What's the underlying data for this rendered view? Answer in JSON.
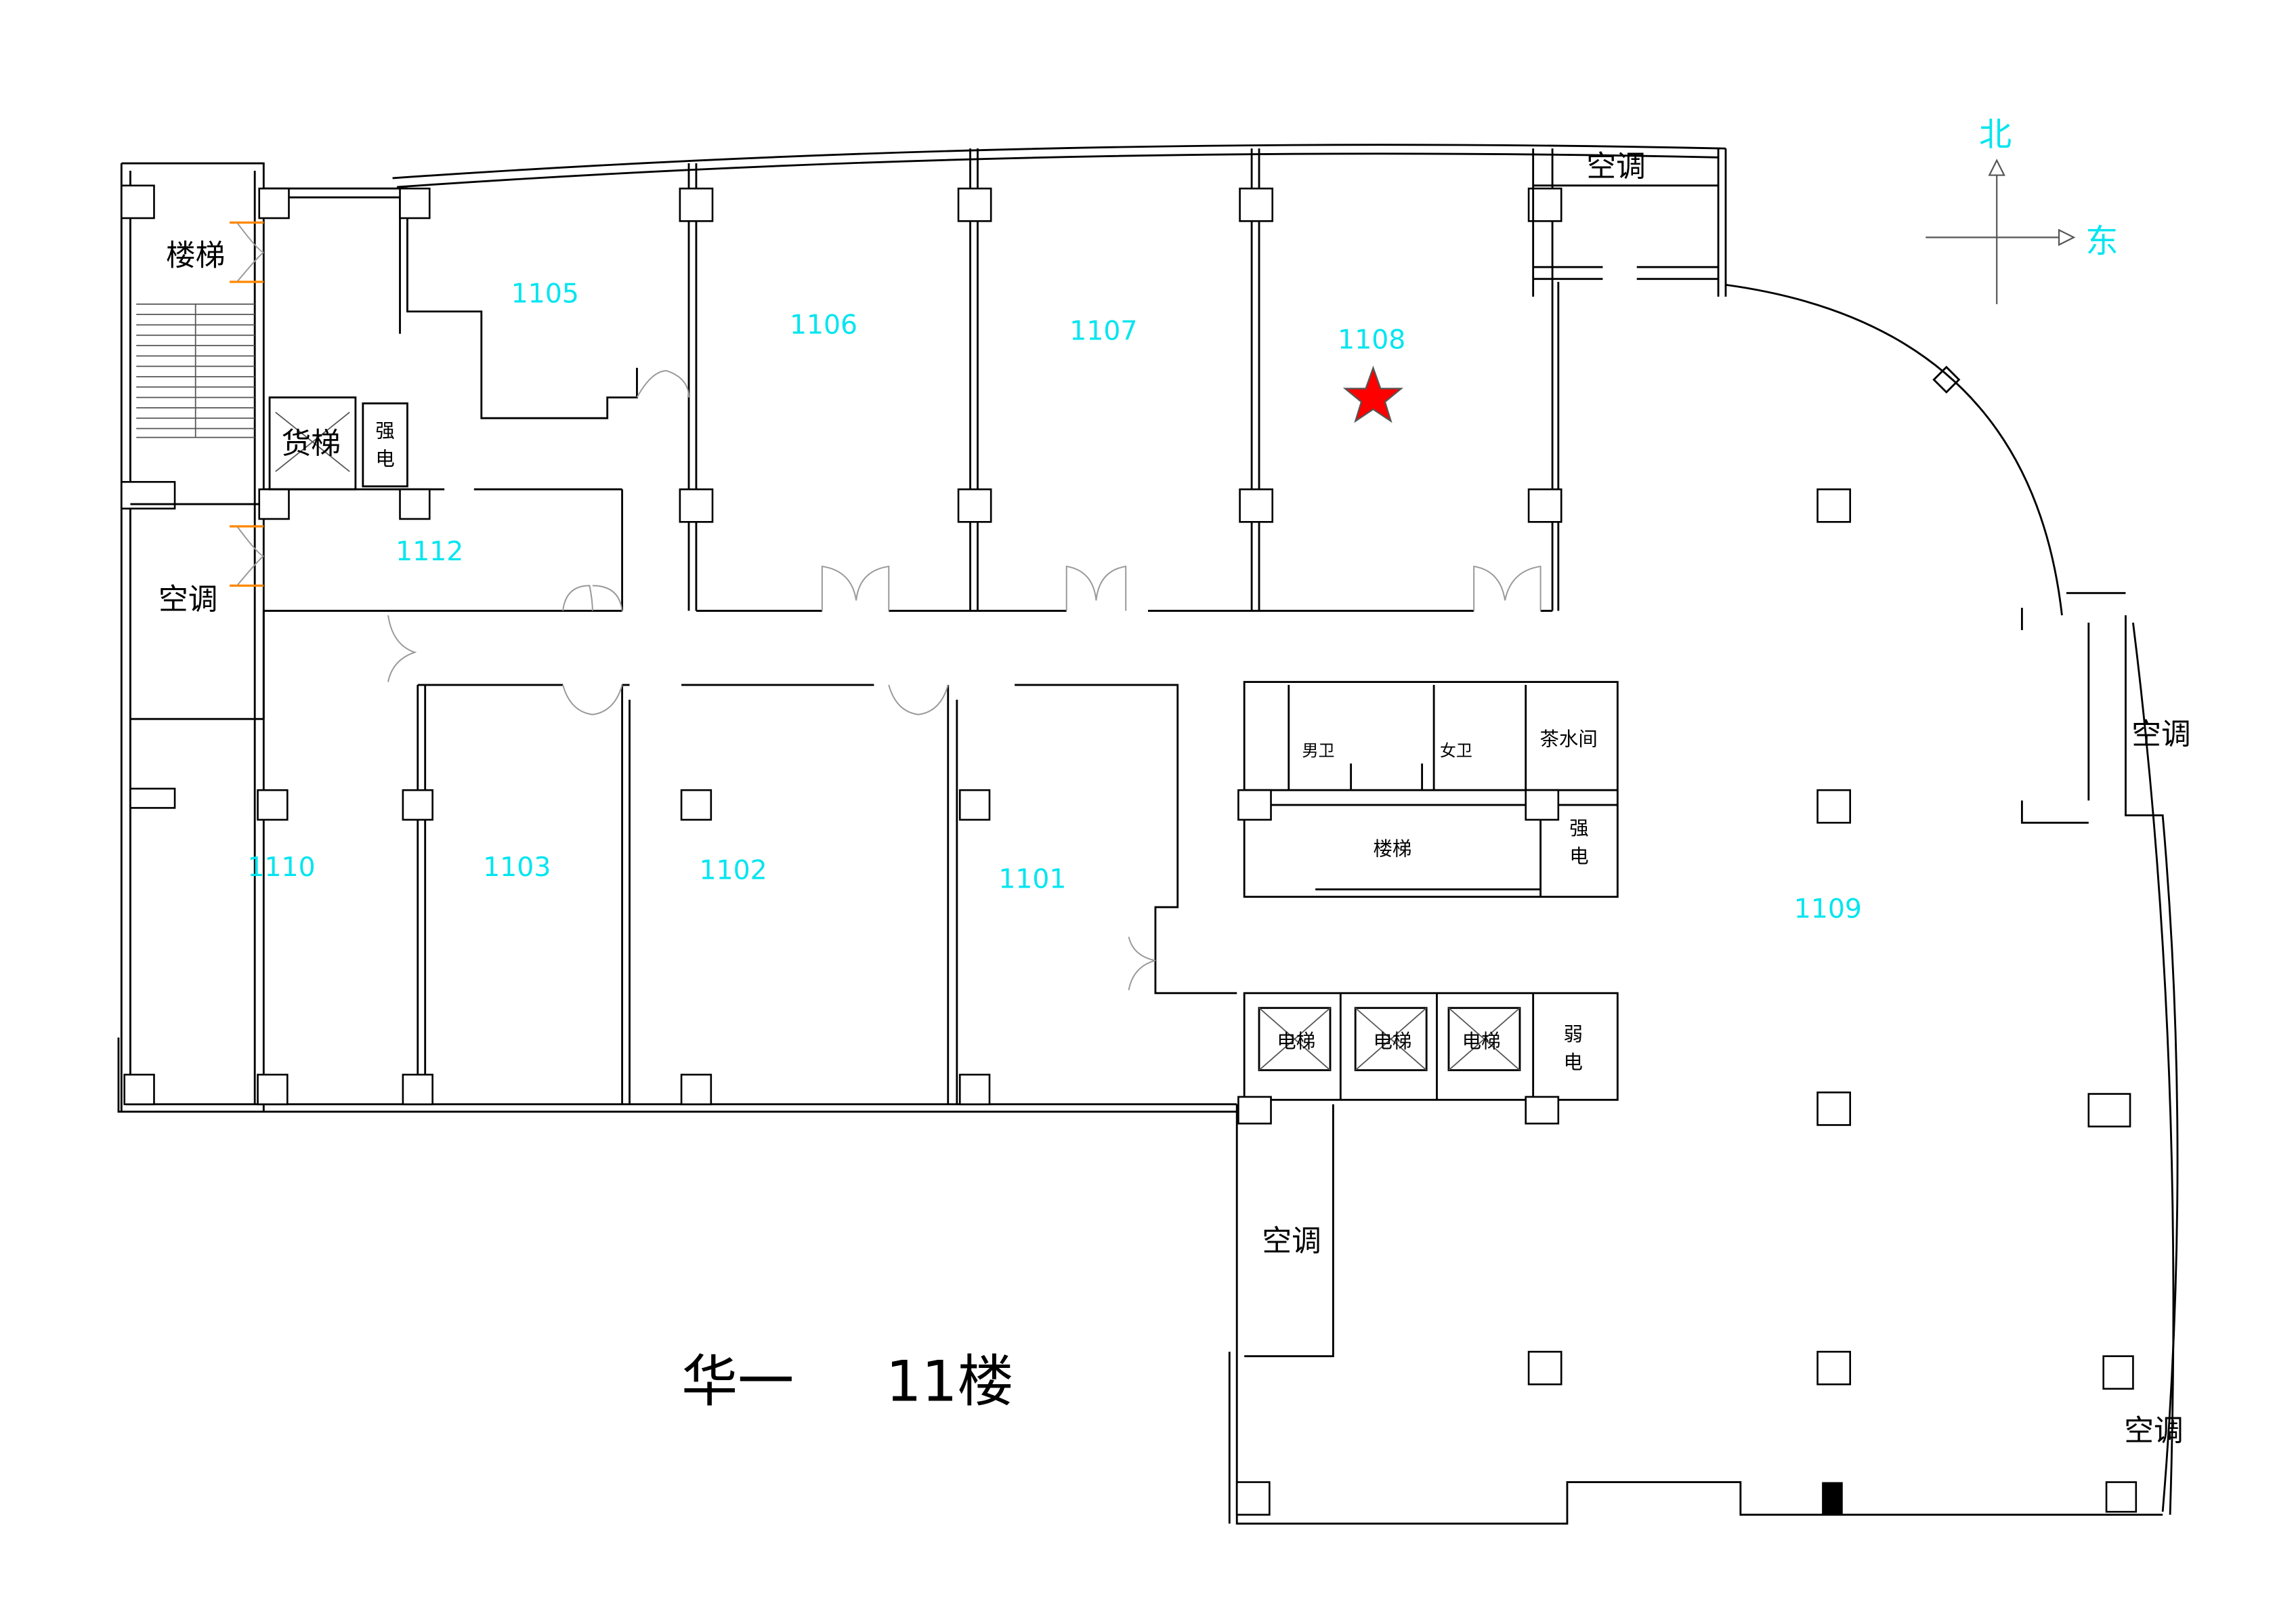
{
  "title": {
    "building": "华一",
    "floor": "11楼"
  },
  "compass": {
    "north": "北",
    "east": "东"
  },
  "rooms": {
    "r1101": "1101",
    "r1102": "1102",
    "r1103": "1103",
    "r1105": "1105",
    "r1106": "1106",
    "r1107": "1107",
    "r1108": "1108",
    "r1109": "1109",
    "r1110": "1110",
    "r1112": "1112"
  },
  "facilities": {
    "stairs_west": "楼梯",
    "freight_elevator": "货梯",
    "power_west_1": "强",
    "power_west_2": "电",
    "ac_west": "空调",
    "ac_north": "空调",
    "ac_east": "空调",
    "ac_southeast": "空调",
    "ac_south": "空调",
    "mens_room": "男卫",
    "womens_room": "女卫",
    "tea_room": "茶水间",
    "stairs_core": "楼梯",
    "power_core_1": "强",
    "power_core_2": "电",
    "elevator_1": "电梯",
    "elevator_2": "电梯",
    "elevator_3": "电梯",
    "weak_power_1": "弱",
    "weak_power_2": "电"
  },
  "marker": {
    "icon": "star-icon",
    "color": "#ff0000",
    "room": "1108"
  },
  "colors": {
    "room_label": "#00e5f0",
    "door_frame": "#ff8800"
  }
}
